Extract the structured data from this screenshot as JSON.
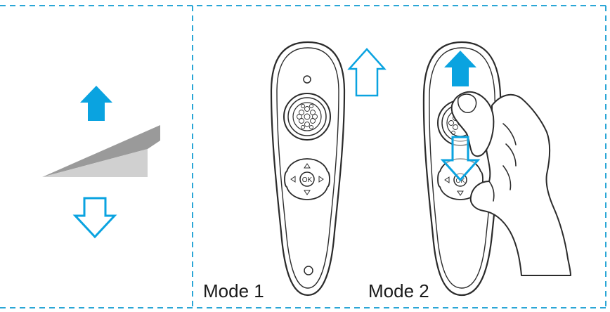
{
  "colors": {
    "frame_dash": "#2aa6d6",
    "arrow_fill": "#0aa3e0",
    "arrow_outline": "#0aa3e0",
    "remote_stroke": "#2b2b2b",
    "hand_stroke": "#2b2b2b",
    "wedge_dark": "#9a9a9a",
    "wedge_light": "#cfcfcf"
  },
  "icons": {
    "tilt_up": "solid-up-arrow-icon",
    "tilt_down": "outline-down-arrow-icon",
    "mode1_up": "outline-up-arrow-icon",
    "mode2_up": "solid-up-arrow-icon",
    "mode2_down": "outline-down-arrow-icon",
    "ok_button": "ok",
    "dpad": "four-direction-triangles"
  },
  "labels": {
    "mode1": "Mode 1",
    "mode2": "Mode 2",
    "ok": "OK"
  }
}
